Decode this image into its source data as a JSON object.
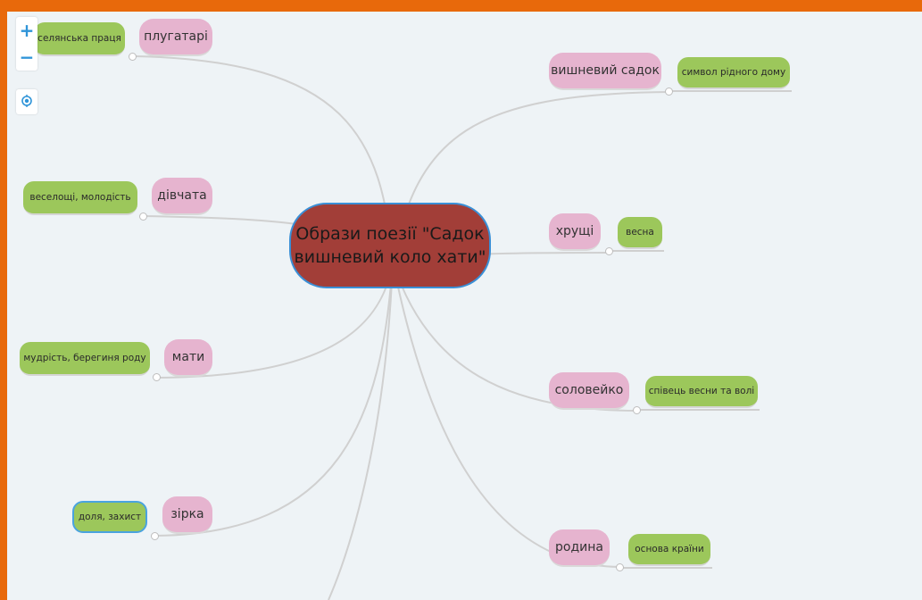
{
  "central_topic": {
    "label": "Образи поезії \"Садок вишневий коло хати\"",
    "color": "#a23e38"
  },
  "colors": {
    "topic": "#e6b4cf",
    "subtopic": "#9cc75b",
    "connector": "#d0d0d0",
    "background": "#eef3f6",
    "frame": "#e8690b"
  },
  "branches": [
    {
      "label": "плугатарі",
      "sub": "селянська праця"
    },
    {
      "label": "дівчата",
      "sub": "веселощі, молодість"
    },
    {
      "label": "мати",
      "sub": "мудрість, берегиня роду"
    },
    {
      "label": "зірка",
      "sub": "доля, захист"
    },
    {
      "label": "вишневий садок",
      "sub": "символ рідного дому"
    },
    {
      "label": "хрущі",
      "sub": "весна"
    },
    {
      "label": "соловейко",
      "sub": "співець весни та волі"
    },
    {
      "label": "родина",
      "sub": "основа країни"
    }
  ],
  "controls": {
    "zoom_in": "+",
    "zoom_out": "−",
    "locate_icon": "target-icon"
  }
}
